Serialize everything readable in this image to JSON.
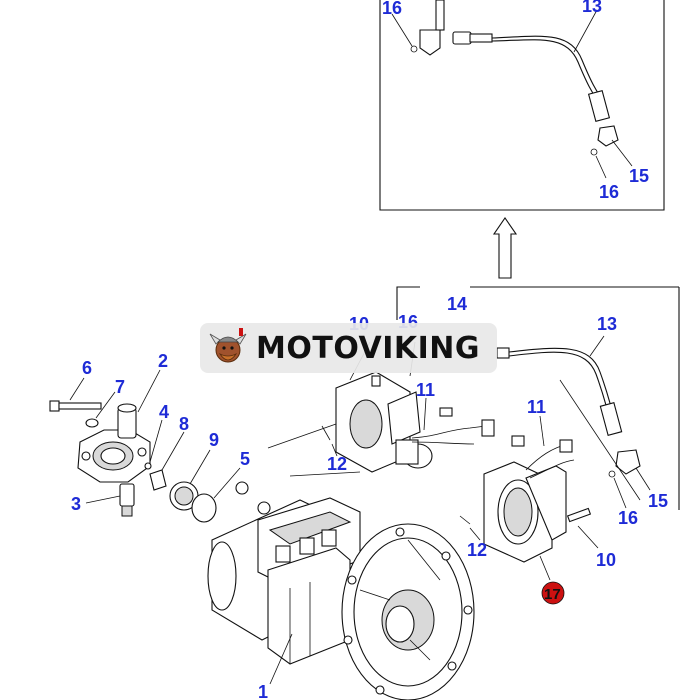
{
  "brand": {
    "watermark_text": "MOTOVIKING"
  },
  "callouts": {
    "c1": "1",
    "c2": "2",
    "c3": "3",
    "c4": "4",
    "c5": "5",
    "c6": "6",
    "c7": "7",
    "c8": "8",
    "c9": "9",
    "c10_top": "10",
    "c10_right": "10",
    "c11_left": "11",
    "c11_right": "11",
    "c12_left": "12",
    "c12_right": "12",
    "c13_top": "13",
    "c13_mid": "13",
    "c14": "14",
    "c15_top": "15",
    "c15_mid": "15",
    "c16_top_left": "16",
    "c16_top_right": "16",
    "c16_mid": "16",
    "c16_right": "16",
    "c17": "17"
  },
  "colors": {
    "callout": "#1e2bd6",
    "marker": "#cc1111",
    "line": "#111111"
  }
}
